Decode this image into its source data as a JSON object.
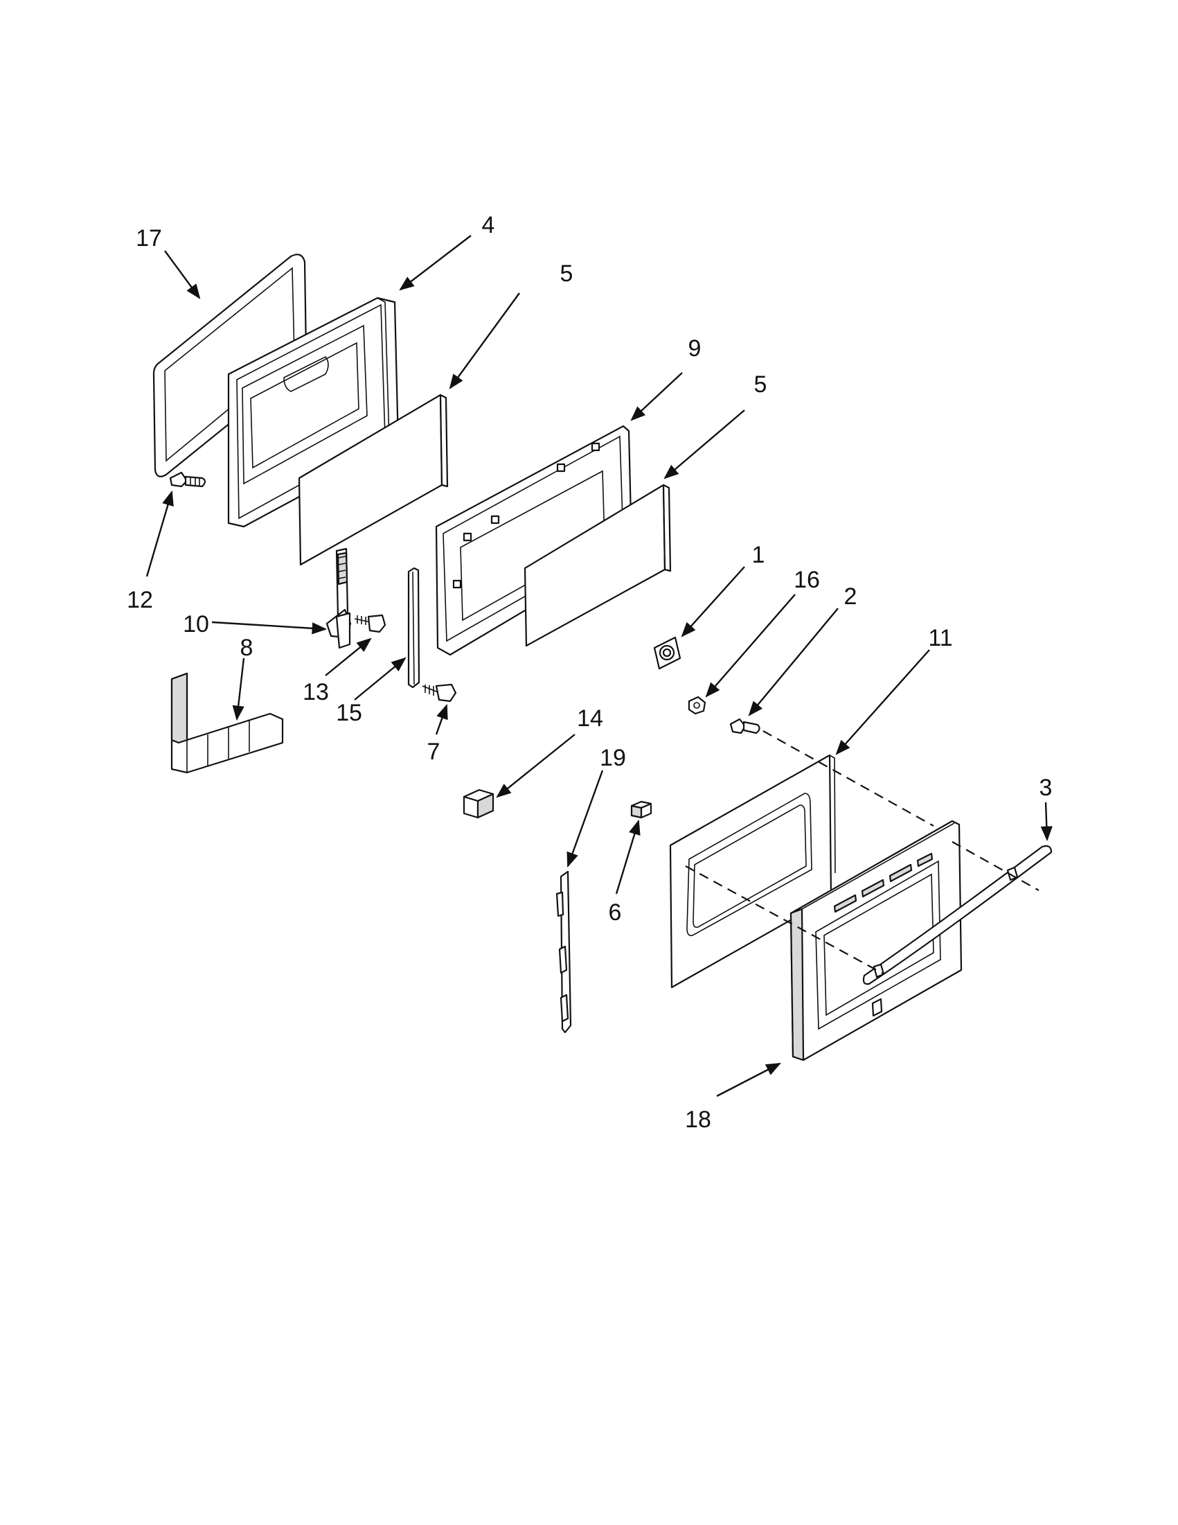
{
  "diagram": {
    "callouts": [
      {
        "id": "17",
        "text": "17"
      },
      {
        "id": "4",
        "text": "4"
      },
      {
        "id": "5a",
        "text": "5"
      },
      {
        "id": "9",
        "text": "9"
      },
      {
        "id": "5b",
        "text": "5"
      },
      {
        "id": "12",
        "text": "12"
      },
      {
        "id": "10",
        "text": "10"
      },
      {
        "id": "8",
        "text": "8"
      },
      {
        "id": "13",
        "text": "13"
      },
      {
        "id": "15",
        "text": "15"
      },
      {
        "id": "7",
        "text": "7"
      },
      {
        "id": "1",
        "text": "1"
      },
      {
        "id": "16",
        "text": "16"
      },
      {
        "id": "2",
        "text": "2"
      },
      {
        "id": "11",
        "text": "11"
      },
      {
        "id": "14",
        "text": "14"
      },
      {
        "id": "19",
        "text": "19"
      },
      {
        "id": "3",
        "text": "3"
      },
      {
        "id": "6",
        "text": "6"
      },
      {
        "id": "18",
        "text": "18"
      }
    ],
    "colors": {
      "line": "#111111",
      "fill": "#ffffff",
      "shade": "#d9d9d9"
    }
  }
}
